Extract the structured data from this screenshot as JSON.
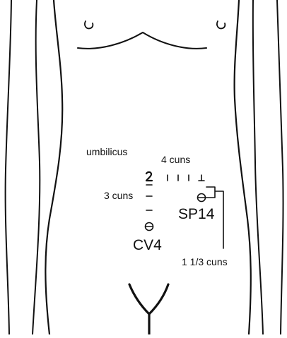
{
  "labels": {
    "umbilicus": "umbilicus",
    "four_cuns": "4 cuns",
    "three_cuns": "3 cuns",
    "point_sp14": "SP14",
    "point_cv4": "CV4",
    "one_third_cuns": "1 1/3 cuns"
  },
  "points": [
    {
      "id": "SP14",
      "label": "SP14"
    },
    {
      "id": "CV4",
      "label": "CV4"
    }
  ],
  "colors": {
    "line": "#111111",
    "background": "#ffffff"
  }
}
